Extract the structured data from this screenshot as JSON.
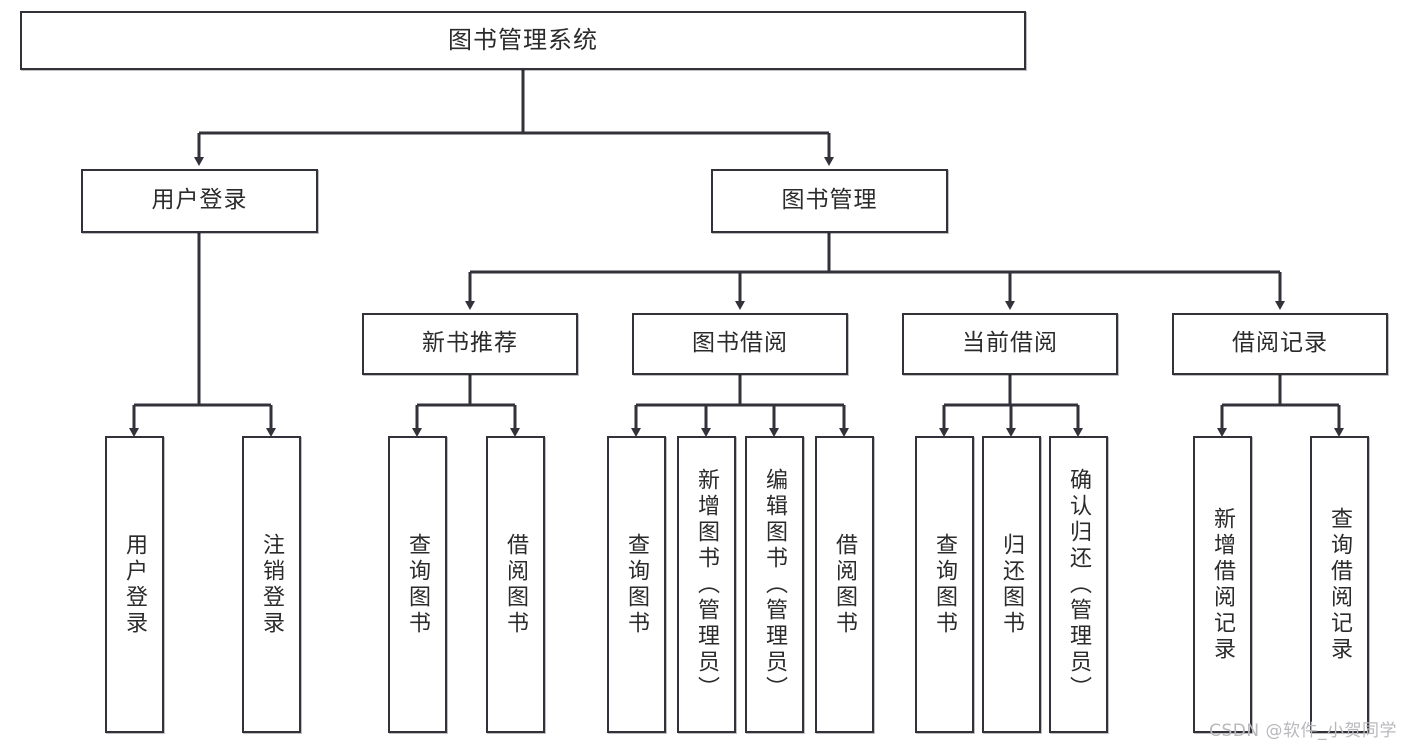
{
  "diagram": {
    "title": "图书管理系统",
    "type": "tree-hierarchy",
    "orientation": "top-down",
    "watermark": "CSDN @软件_小贺同学",
    "colors": {
      "box_border": "#32323a",
      "box_fill": "#ffffff",
      "text": "#2b2b2b",
      "edge": "#32323a",
      "watermark": "#b9b9bd"
    },
    "nodes": {
      "root": {
        "label": "图书管理系统"
      },
      "level2": [
        {
          "id": "user-login",
          "label": "用户登录"
        },
        {
          "id": "book-manage",
          "label": "图书管理"
        }
      ],
      "level3": [
        {
          "id": "new-book-recommend",
          "label": "新书推荐"
        },
        {
          "id": "book-borrow",
          "label": "图书借阅"
        },
        {
          "id": "current-borrow",
          "label": "当前借阅"
        },
        {
          "id": "borrow-record",
          "label": "借阅记录"
        }
      ],
      "leaves": {
        "user_login": [
          {
            "id": "leaf-user-login",
            "label": "用户登录"
          },
          {
            "id": "leaf-logout-login",
            "label": "注销登录"
          }
        ],
        "new_book_recommend": [
          {
            "id": "leaf-query-book-1",
            "label": "查询图书"
          },
          {
            "id": "leaf-borrow-book-1",
            "label": "借阅图书"
          }
        ],
        "book_borrow": [
          {
            "id": "leaf-query-book-2",
            "label": "查询图书"
          },
          {
            "id": "leaf-add-book",
            "label": "新增图书（管理员）"
          },
          {
            "id": "leaf-edit-book",
            "label": "编辑图书（管理员）"
          },
          {
            "id": "leaf-borrow-book-2",
            "label": "借阅图书"
          }
        ],
        "current_borrow": [
          {
            "id": "leaf-query-book-3",
            "label": "查询图书"
          },
          {
            "id": "leaf-return-book",
            "label": "归还图书"
          },
          {
            "id": "leaf-confirm-return",
            "label": "确认归还（管理员）"
          }
        ],
        "borrow_record": [
          {
            "id": "leaf-add-record",
            "label": "新增借阅记录"
          },
          {
            "id": "leaf-query-record",
            "label": "查询借阅记录"
          }
        ]
      }
    }
  }
}
